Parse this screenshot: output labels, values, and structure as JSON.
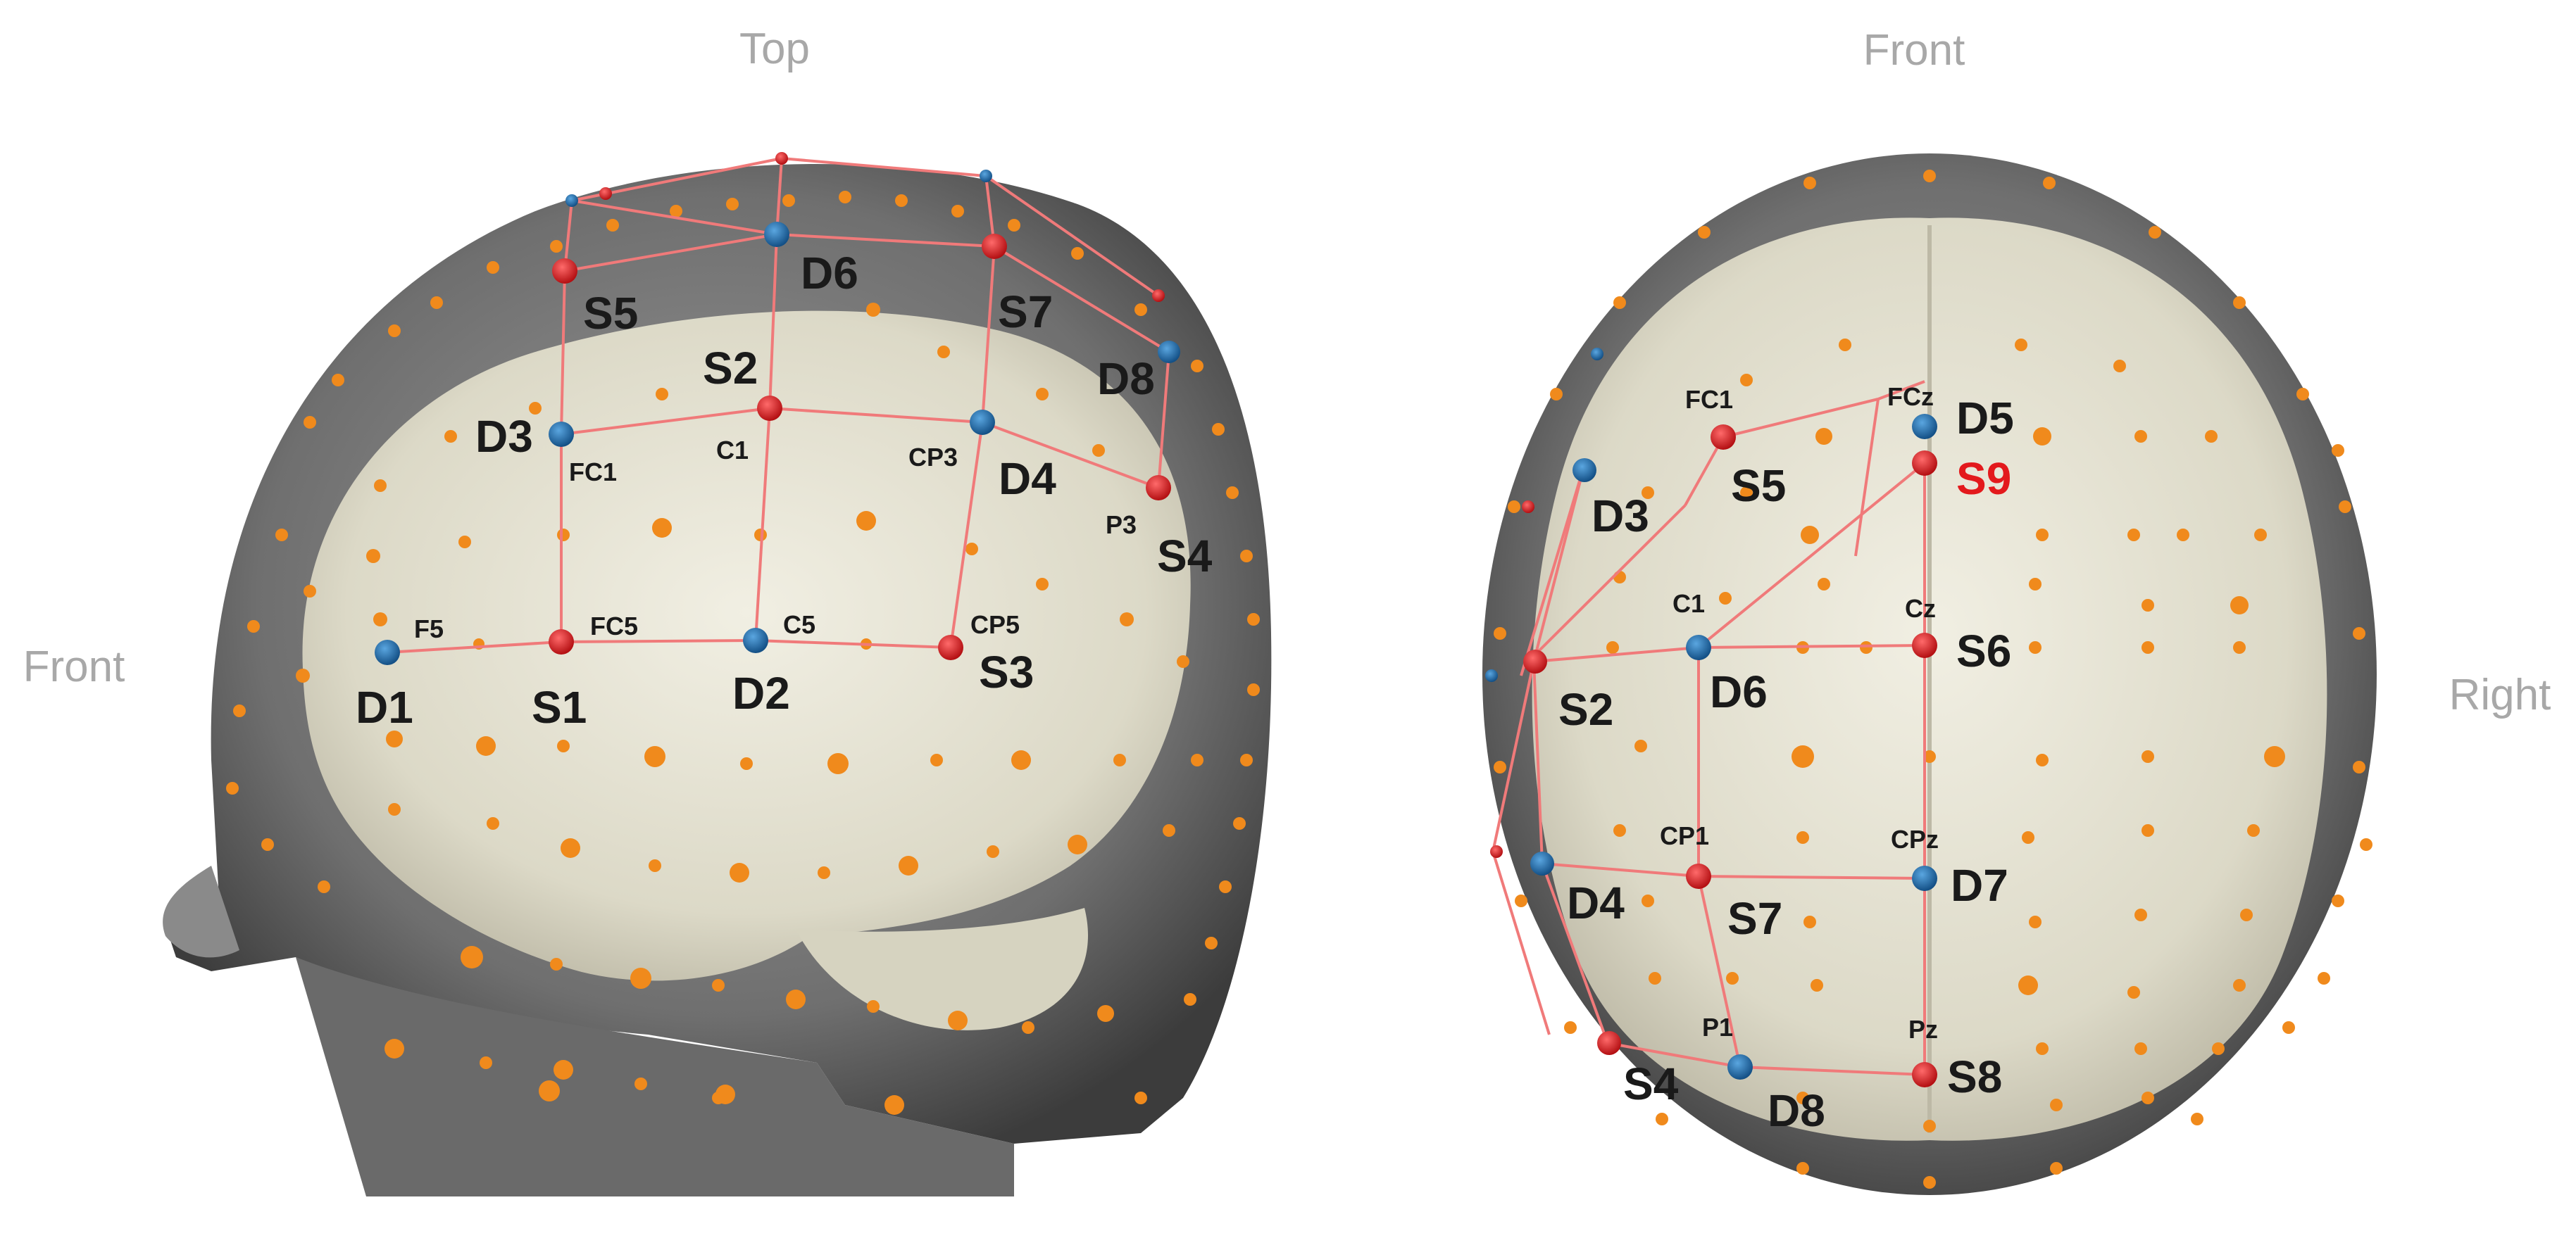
{
  "view_labels": {
    "left_top": "Top",
    "left_side": "Front",
    "right_top": "Front",
    "right_side": "Right"
  },
  "colors": {
    "source": "#e3191c",
    "detector": "#1f6fb2",
    "channel_line": "#f07a7a",
    "grid_dot": "#f08a1c",
    "highlight_text": "#e3191c"
  },
  "lateral_view": {
    "sources": [
      "S1",
      "S2",
      "S3",
      "S4",
      "S5",
      "S7"
    ],
    "detectors": [
      "D1",
      "D2",
      "D3",
      "D4",
      "D6",
      "D8"
    ],
    "positions": [
      "F5",
      "FC5",
      "C5",
      "CP5",
      "FC1",
      "C1",
      "CP3",
      "P3"
    ]
  },
  "top_view": {
    "sources": [
      "S2",
      "S4",
      "S5",
      "S6",
      "S7",
      "S8",
      "S9"
    ],
    "detectors": [
      "D3",
      "D4",
      "D5",
      "D6",
      "D7",
      "D8"
    ],
    "positions": [
      "FC1",
      "FCz",
      "C1",
      "Cz",
      "CP1",
      "CPz",
      "P1",
      "Pz"
    ],
    "highlighted_source": "S9"
  }
}
